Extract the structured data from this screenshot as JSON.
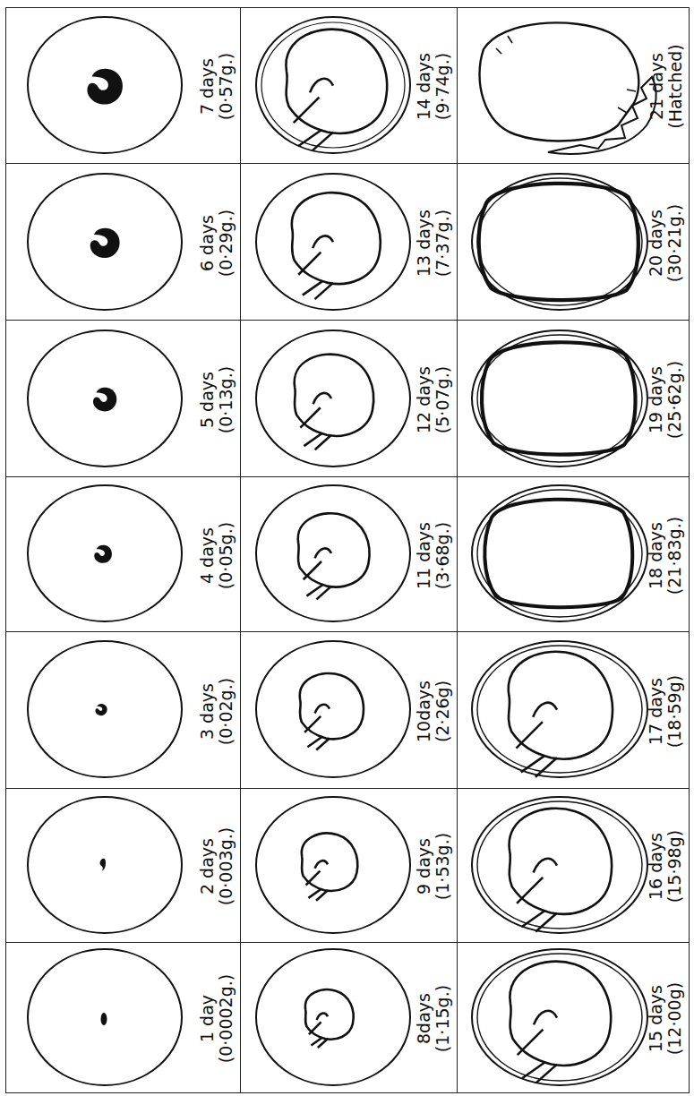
{
  "diagram": {
    "nodes": [
      {
        "text": [
          "1 day",
          "(0·0002g.)"
        ]
      },
      {
        "text": [
          "2 days",
          "(0·003g.)"
        ]
      },
      {
        "text": [
          "3 days",
          "(0·02g.)"
        ]
      },
      {
        "text": [
          "4 days",
          "(0·05g.)"
        ]
      },
      {
        "text": [
          "5 days",
          "(0·13g.)"
        ]
      },
      {
        "text": [
          "6 days",
          "(0·29g.)"
        ]
      },
      {
        "text": [
          "7 days",
          "(0·57g.)"
        ]
      },
      {
        "text": [
          "8days",
          "(1·15g.)"
        ]
      },
      {
        "text": [
          "9 days",
          "(1·53g.)"
        ]
      },
      {
        "text": [
          "10days",
          "(2·26g)"
        ]
      },
      {
        "text": [
          "11 days",
          "(3·68g.)"
        ]
      },
      {
        "text": [
          "12 days",
          "(5·07g.)"
        ]
      },
      {
        "text": [
          "13 days",
          "(7·37g.)"
        ]
      },
      {
        "text": [
          "14 days",
          "(9·74g.)"
        ]
      },
      {
        "text": [
          "15 days",
          "(12·00g)"
        ]
      },
      {
        "text": [
          "16 days",
          "(15·98g)"
        ]
      },
      {
        "text": [
          "17 days",
          "(18·59g)"
        ]
      },
      {
        "text": [
          "18 days",
          "(21·83g.)"
        ]
      },
      {
        "text": [
          "19 days",
          "(25·62g.)"
        ]
      },
      {
        "text": [
          "20 days",
          "(30·21g.)"
        ]
      },
      {
        "text": [
          "21 days",
          "(Hatched)"
        ]
      }
    ]
  }
}
